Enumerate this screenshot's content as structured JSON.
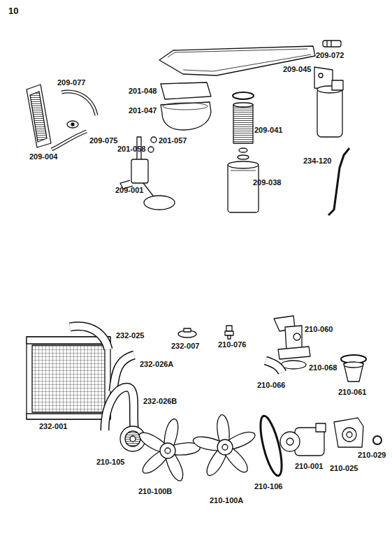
{
  "diagram": {
    "labels": [
      "10",
      "209-072",
      "209-077",
      "209-045",
      "201-048",
      "201-047",
      "209-041",
      "209-075",
      "209-004",
      "201-057",
      "201-058",
      "234-120",
      "209-001",
      "209-038",
      "232-025",
      "232-007",
      "210-060",
      "210-076",
      "232-026A",
      "210-068",
      "210-066",
      "210-061",
      "232-026B",
      "232-001",
      "210-105",
      "210-100B",
      "210-100A",
      "210-106",
      "210-001",
      "210-025",
      "210-029"
    ]
  }
}
